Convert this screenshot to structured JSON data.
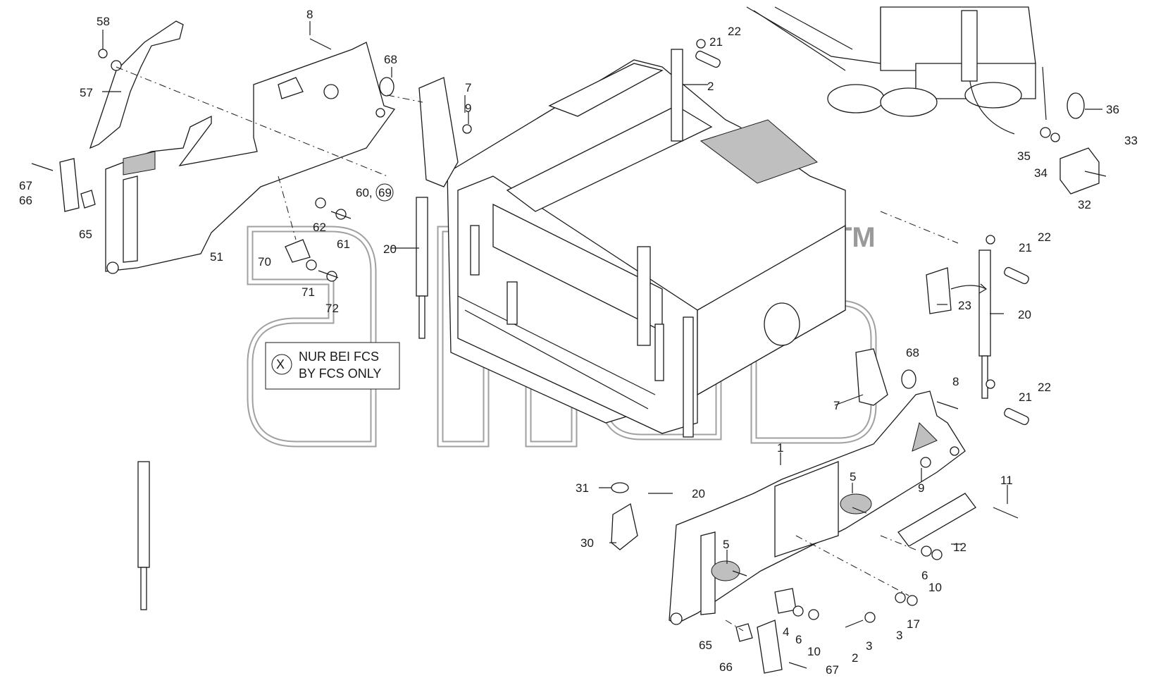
{
  "labels": {
    "l58": "58",
    "l8a": "8",
    "l22a": "22",
    "l21a": "21",
    "l68a": "68",
    "l7a": "7",
    "l9a": "9",
    "l2a": "2",
    "l57": "57",
    "l36": "36",
    "l33": "33",
    "l35": "35",
    "l34": "34",
    "l32": "32",
    "l67a": "67",
    "l66a": "66",
    "l65a": "65",
    "l60_69a": "60,",
    "l60_69b": "69",
    "l62": "62",
    "l61": "61",
    "l51": "51",
    "l20a": "20",
    "l70": "70",
    "l71": "71",
    "l72": "72",
    "l22b": "22",
    "l21b": "21",
    "l23": "23",
    "l20b": "20",
    "l68b": "68",
    "l8b": "8",
    "l7b": "7",
    "l22c": "22",
    "l21c": "21",
    "l1": "1",
    "l5a": "5",
    "l9b": "9",
    "l11": "11",
    "l31": "31",
    "l20c": "20",
    "l30": "30",
    "l5b": "5",
    "l12": "12",
    "l6a": "6",
    "l10a": "10",
    "l4": "4",
    "l6b": "6",
    "l10b": "10",
    "l3a": "3",
    "l17": "17",
    "l2b": "2",
    "l3b": "3",
    "l65b": "65",
    "l66b": "66",
    "l67b": "67"
  },
  "note": {
    "symbol": "X",
    "line1": "NUR BEI FCS",
    "line2": "BY FCS ONLY"
  },
  "watermark": {
    "trademark": "TM"
  }
}
